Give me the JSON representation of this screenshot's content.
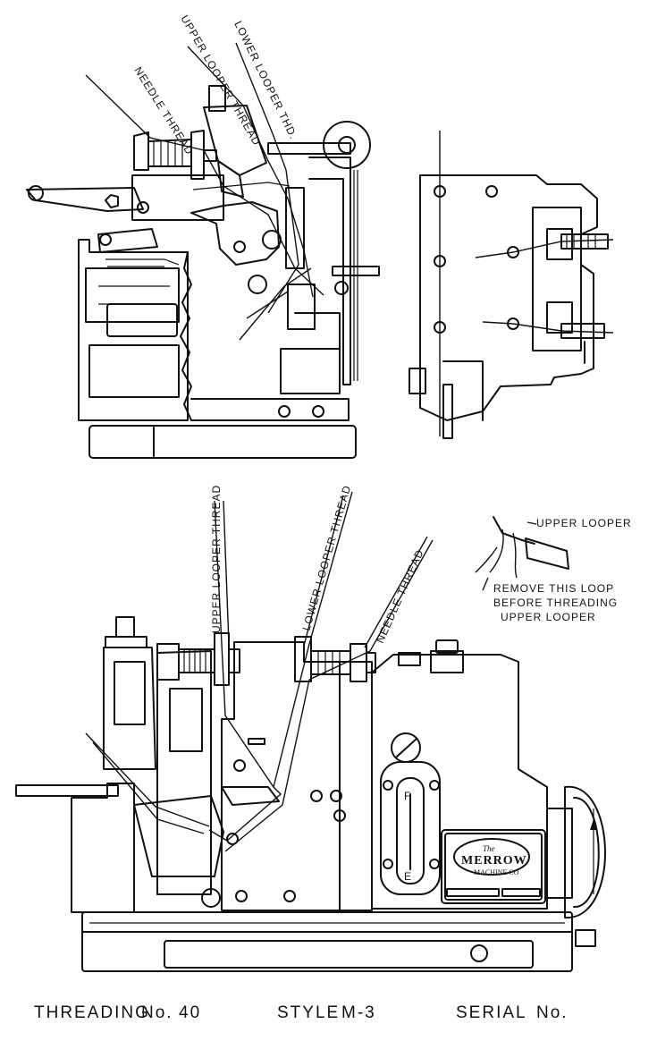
{
  "labels": {
    "top_needle_thread": "NEEDLE THREAD",
    "top_upper_looper": "UPPER LOOPER THREAD",
    "top_lower_looper": "LOWER LOOPER THD.",
    "bottom_upper_looper": "UPPER LOOPER THREAD",
    "bottom_lower_looper": "LOWER LOOPER THREAD",
    "bottom_needle_thread": "NEEDLE THREAD",
    "inset_upper_looper": "UPPER LOOPER",
    "inset_note_1": "REMOVE THIS LOOP",
    "inset_note_2": "BEFORE THREADING",
    "inset_note_3": "UPPER LOOPER"
  },
  "plate": {
    "brand_script": "The",
    "brand": "MERROW",
    "company": "MACHINE CO"
  },
  "dial": {
    "top": "F",
    "bottom": "E"
  },
  "caption": {
    "threading": "THREADING",
    "number_label": "No.",
    "number_value": "40",
    "style_label": "STYLE",
    "style_value": "M-3",
    "serial_label": "SERIAL",
    "serial_number_label": "No."
  }
}
